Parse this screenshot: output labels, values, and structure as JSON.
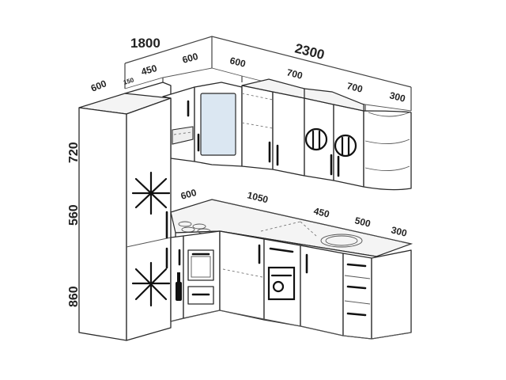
{
  "dimensions": {
    "top_left_total": "1800",
    "top_right_total": "2300",
    "left_450": "450",
    "left_600_top": "600",
    "left_150": "150",
    "fridge_depth_600": "600",
    "right_600": "600",
    "right_700_a": "700",
    "right_700_b": "700",
    "right_300_top": "300",
    "height_720": "720",
    "height_560": "560",
    "height_860": "860",
    "counter_600": "600",
    "counter_1050": "1050",
    "counter_450": "450",
    "counter_500": "500",
    "counter_300": "300"
  },
  "colors": {
    "glass": "#dbe7f2",
    "line": "#2a2a2a"
  },
  "icons": [
    "snowflake-icon",
    "fork-spoon-plate-icon",
    "wine-bottle-glass-icon",
    "oven-icon",
    "dishwasher-icon",
    "hob-icon",
    "sink-icon"
  ]
}
